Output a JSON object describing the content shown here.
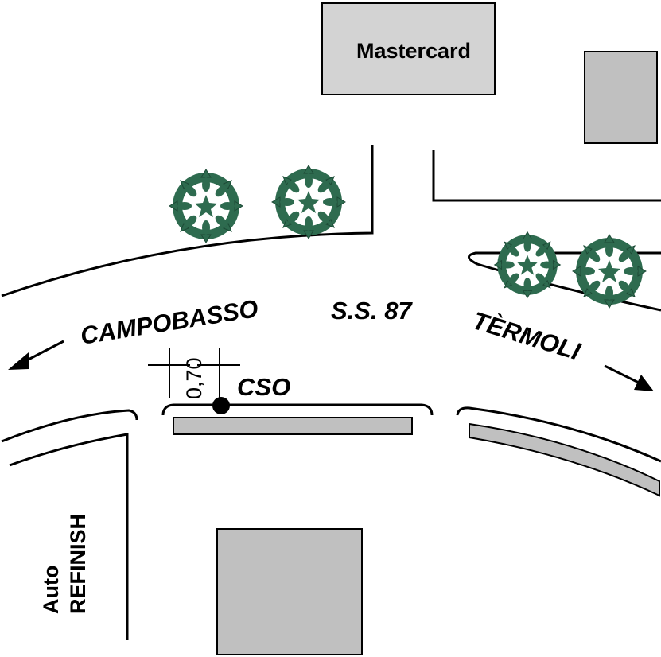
{
  "labels": {
    "mastercard": "Mastercard",
    "road_name": "S.S. 87",
    "west_direction": "CAMPOBASSO",
    "east_direction": "TÈRMOLI",
    "point_label": "CSO",
    "offset": "0,70",
    "auto_refinish_line1": "Auto",
    "auto_refinish_line2": "REFINISH"
  },
  "colors": {
    "building_fill": "#d3d3d3",
    "building_dark": "#c0c0c0",
    "tree_green": "#2e6b4f",
    "tree_light": "#e8f0ec",
    "line": "#000000"
  },
  "icons": [
    "tree-icon",
    "arrow-left-icon",
    "arrow-right-icon",
    "marker-dot-icon"
  ]
}
